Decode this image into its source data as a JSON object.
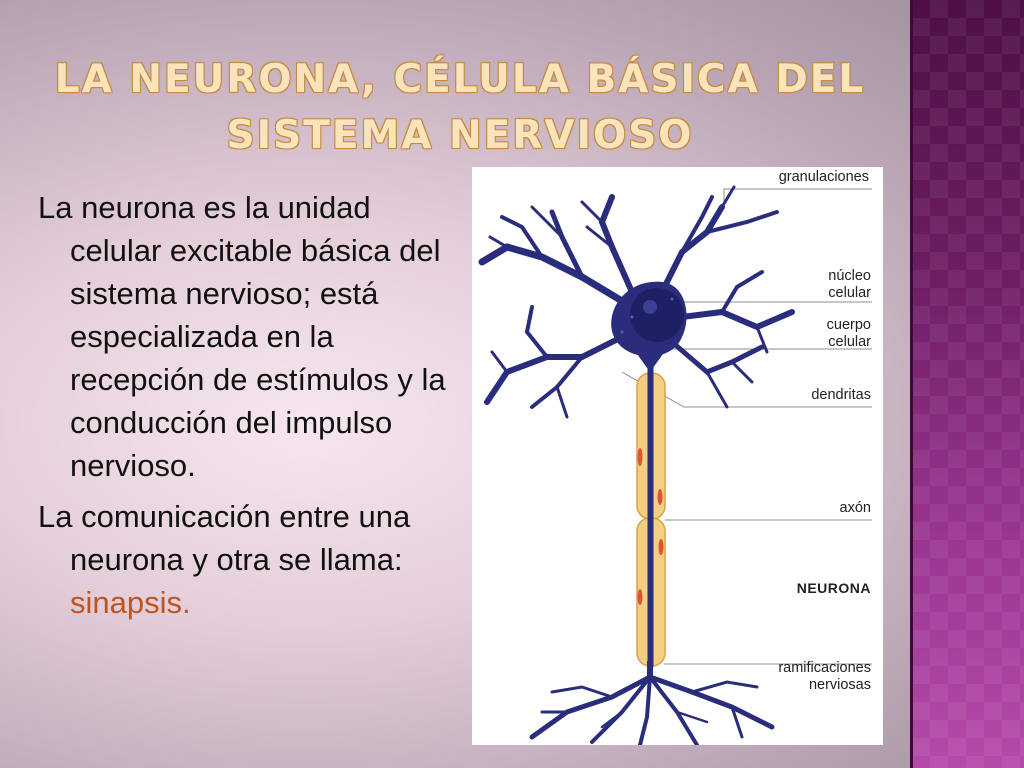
{
  "slide": {
    "title": "La neurona, célula básica del sistema nervioso",
    "paragraphs": [
      {
        "text": "La neurona es la unidad celular excitable básica del sistema nervioso; está especializada en la recepción de estímulos y la conducción del impulso nervioso."
      },
      {
        "text_before": "La comunicación entre una neurona y otra se llama: ",
        "highlight": "sinapsis."
      }
    ]
  },
  "figure": {
    "labels": {
      "granulaciones": "granulaciones",
      "nucleo_line1": "núcleo",
      "nucleo_line2": "celular",
      "cuerpo_line1": "cuerpo",
      "cuerpo_line2": "celular",
      "dendritas": "dendritas",
      "axon": "axón",
      "neurona": "NEURONA",
      "ramificaciones_line1": "ramificaciones",
      "ramificaciones_line2": "nerviosas"
    }
  },
  "colors": {
    "neuron_body": "#2a2d7c",
    "axon_sheath": "#f3cf82",
    "highlight": "#c1541d",
    "side_band": "#7a2370"
  }
}
